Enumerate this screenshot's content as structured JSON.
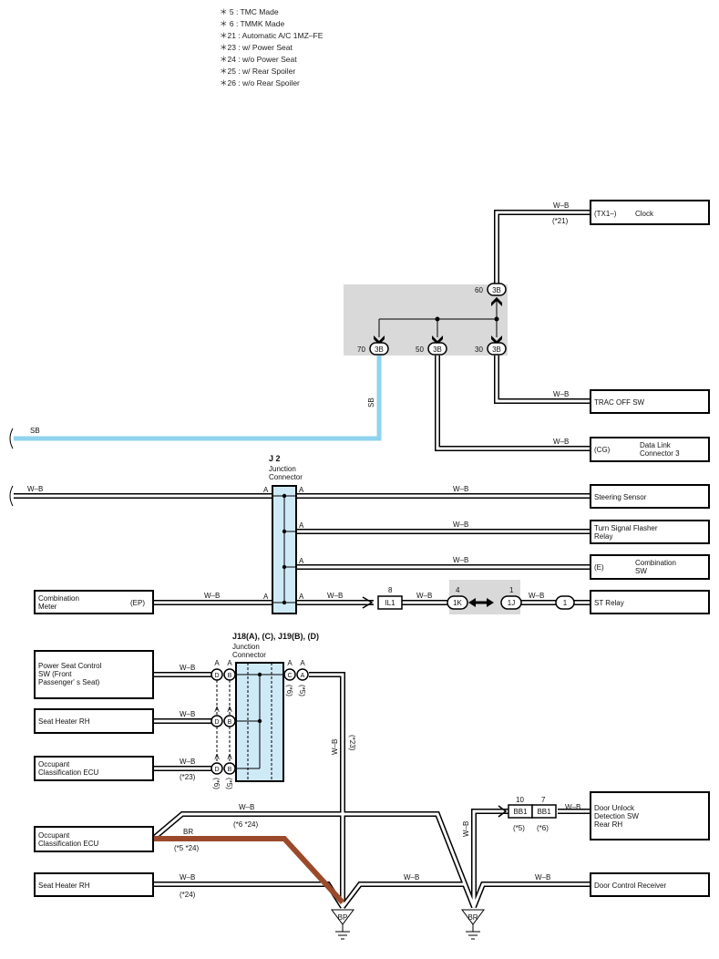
{
  "notes": [
    "＊ 5 : TMC Made",
    "＊ 6 : TMMK Made",
    "＊21 : Automatic A/C 1MZ–FE",
    "＊23 : w/ Power Seat",
    "＊24 : w/o Power Seat",
    "＊25 : w/ Rear Spoiler",
    "＊26 : w/o Rear Spoiler"
  ],
  "components": {
    "clock_pin": "(TX1–)",
    "clock": "Clock",
    "trac_off": "TRAC OFF SW",
    "dlc_pin": "(CG)",
    "dlc_1": "Data Link",
    "dlc_2": "Connector 3",
    "steering": "Steering Sensor",
    "turn_1": "Turn Signal Flasher",
    "turn_2": "Relay",
    "combsw_pin": "(E)",
    "combsw_1": "Combination",
    "combsw_2": "SW",
    "strelay": "ST Relay",
    "meter_1": "Combination",
    "meter_2": "Meter",
    "meter_pin": "(EP)",
    "pseat_1": "Power Seat Control",
    "pseat_2": "SW (Front",
    "pseat_3": "Passenger' s Seat)",
    "heater1": "Seat Heater RH",
    "occ1_1": "Occupant",
    "occ1_2": "Classification ECU",
    "occ2_1": "Occupant",
    "occ2_2": "Classification ECU",
    "heater2": "Seat Heater RH",
    "door_1": "Door Unlock",
    "door_2": "Detection SW",
    "door_3": "Rear RH",
    "doorrecv": "Door Control Receiver"
  },
  "junction_j2": {
    "title": "J 2",
    "sub1": "Junction",
    "sub2": "Connector"
  },
  "junction_j18": {
    "title": "J18(A), (C), J19(B), (D)",
    "sub1": "Junction",
    "sub2": "Connector"
  },
  "connectors": {
    "c3b": "3B",
    "pin60": "60",
    "pin70": "70",
    "pin50": "50",
    "pin30": "30",
    "il1": "IL1",
    "il1_pin": "8",
    "c1k": "1K",
    "c1k_pin": "4",
    "c1j": "1J",
    "c1j_pin": "1",
    "c1": "1",
    "bb1": "BB1",
    "bb1_pin10": "10",
    "bb1_pin7": "7",
    "a": "A",
    "b": "B",
    "c": "C",
    "d": "D",
    "bp": "BP",
    "br": "BR"
  },
  "wires": {
    "wb": "W–B",
    "sb": "SB",
    "br": "BR"
  },
  "conditions": {
    "n21": "(*21)",
    "n23": "(*23)",
    "n24": "(*24)",
    "n5": "(*5)",
    "n6": "(*6)",
    "n6_24": "(*6 *24)",
    "n5_24": "(*5 *24)"
  },
  "colors": {
    "sb_wire": "#8fd3ef",
    "br_wire": "#9a4a2a",
    "junction_fill": "#cfeaf7",
    "relay_box": "#d9d9d9",
    "wire": "#000000"
  }
}
